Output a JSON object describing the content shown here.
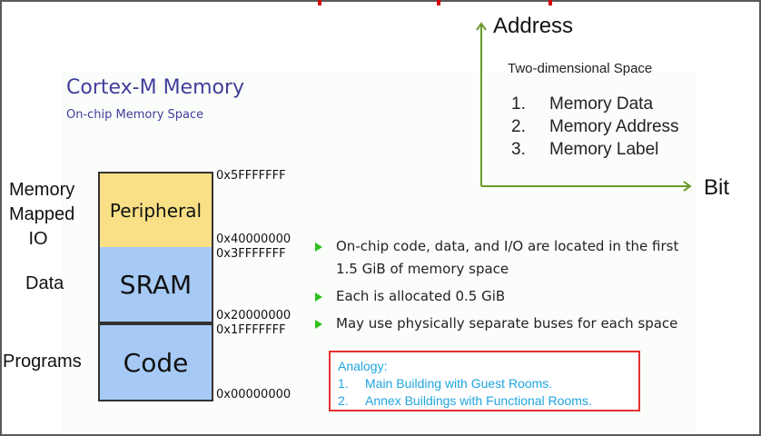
{
  "slide": {
    "title": "Cortex-M Memory",
    "subtitle": "On-chip Memory Space"
  },
  "memory_map": {
    "regions": [
      {
        "name": "Peripheral",
        "purpose": "Memory Mapped IO",
        "start": "0x40000000",
        "end": "0x5FFFFFFF",
        "color": "#f9e086"
      },
      {
        "name": "SRAM",
        "purpose": "Data",
        "start": "0x20000000",
        "end": "0x3FFFFFFF",
        "color": "#a6caf5"
      },
      {
        "name": "Code",
        "purpose": "Programs",
        "start": "0x00000000",
        "end": "0x1FFFFFFF",
        "color": "#a6caf5"
      }
    ],
    "side_labels": {
      "io_line1": "Memory",
      "io_line2": "Mapped",
      "io_line3": "IO",
      "data": "Data",
      "programs": "Programs"
    },
    "addresses": [
      "0x5FFFFFFF",
      "0x40000000",
      "0x3FFFFFFF",
      "0x20000000",
      "0x1FFFFFFF",
      "0x00000000"
    ]
  },
  "bullets": [
    {
      "line1": "On-chip code, data, and I/O are located in the first",
      "line2": "1.5 GiB of memory space"
    },
    {
      "line1": "Each is allocated 0.5 GiB"
    },
    {
      "line1": "May use physically separate buses for each space"
    }
  ],
  "analogy": {
    "heading": "Analogy:",
    "items": [
      {
        "num": "1.",
        "text": "Main Building with Guest Rooms."
      },
      {
        "num": "2.",
        "text": "Annex Buildings with Functional Rooms."
      }
    ],
    "border_color": "#e53030",
    "text_color": "#1fa4e0"
  },
  "axes": {
    "y_label": "Address",
    "x_label": "Bit",
    "caption": "Two-dimensional Space",
    "items": [
      {
        "num": "1.",
        "text": "Memory Data"
      },
      {
        "num": "2.",
        "text": "Memory Address"
      },
      {
        "num": "3.",
        "text": "Memory Label"
      }
    ],
    "color": "#6a9a2a"
  }
}
